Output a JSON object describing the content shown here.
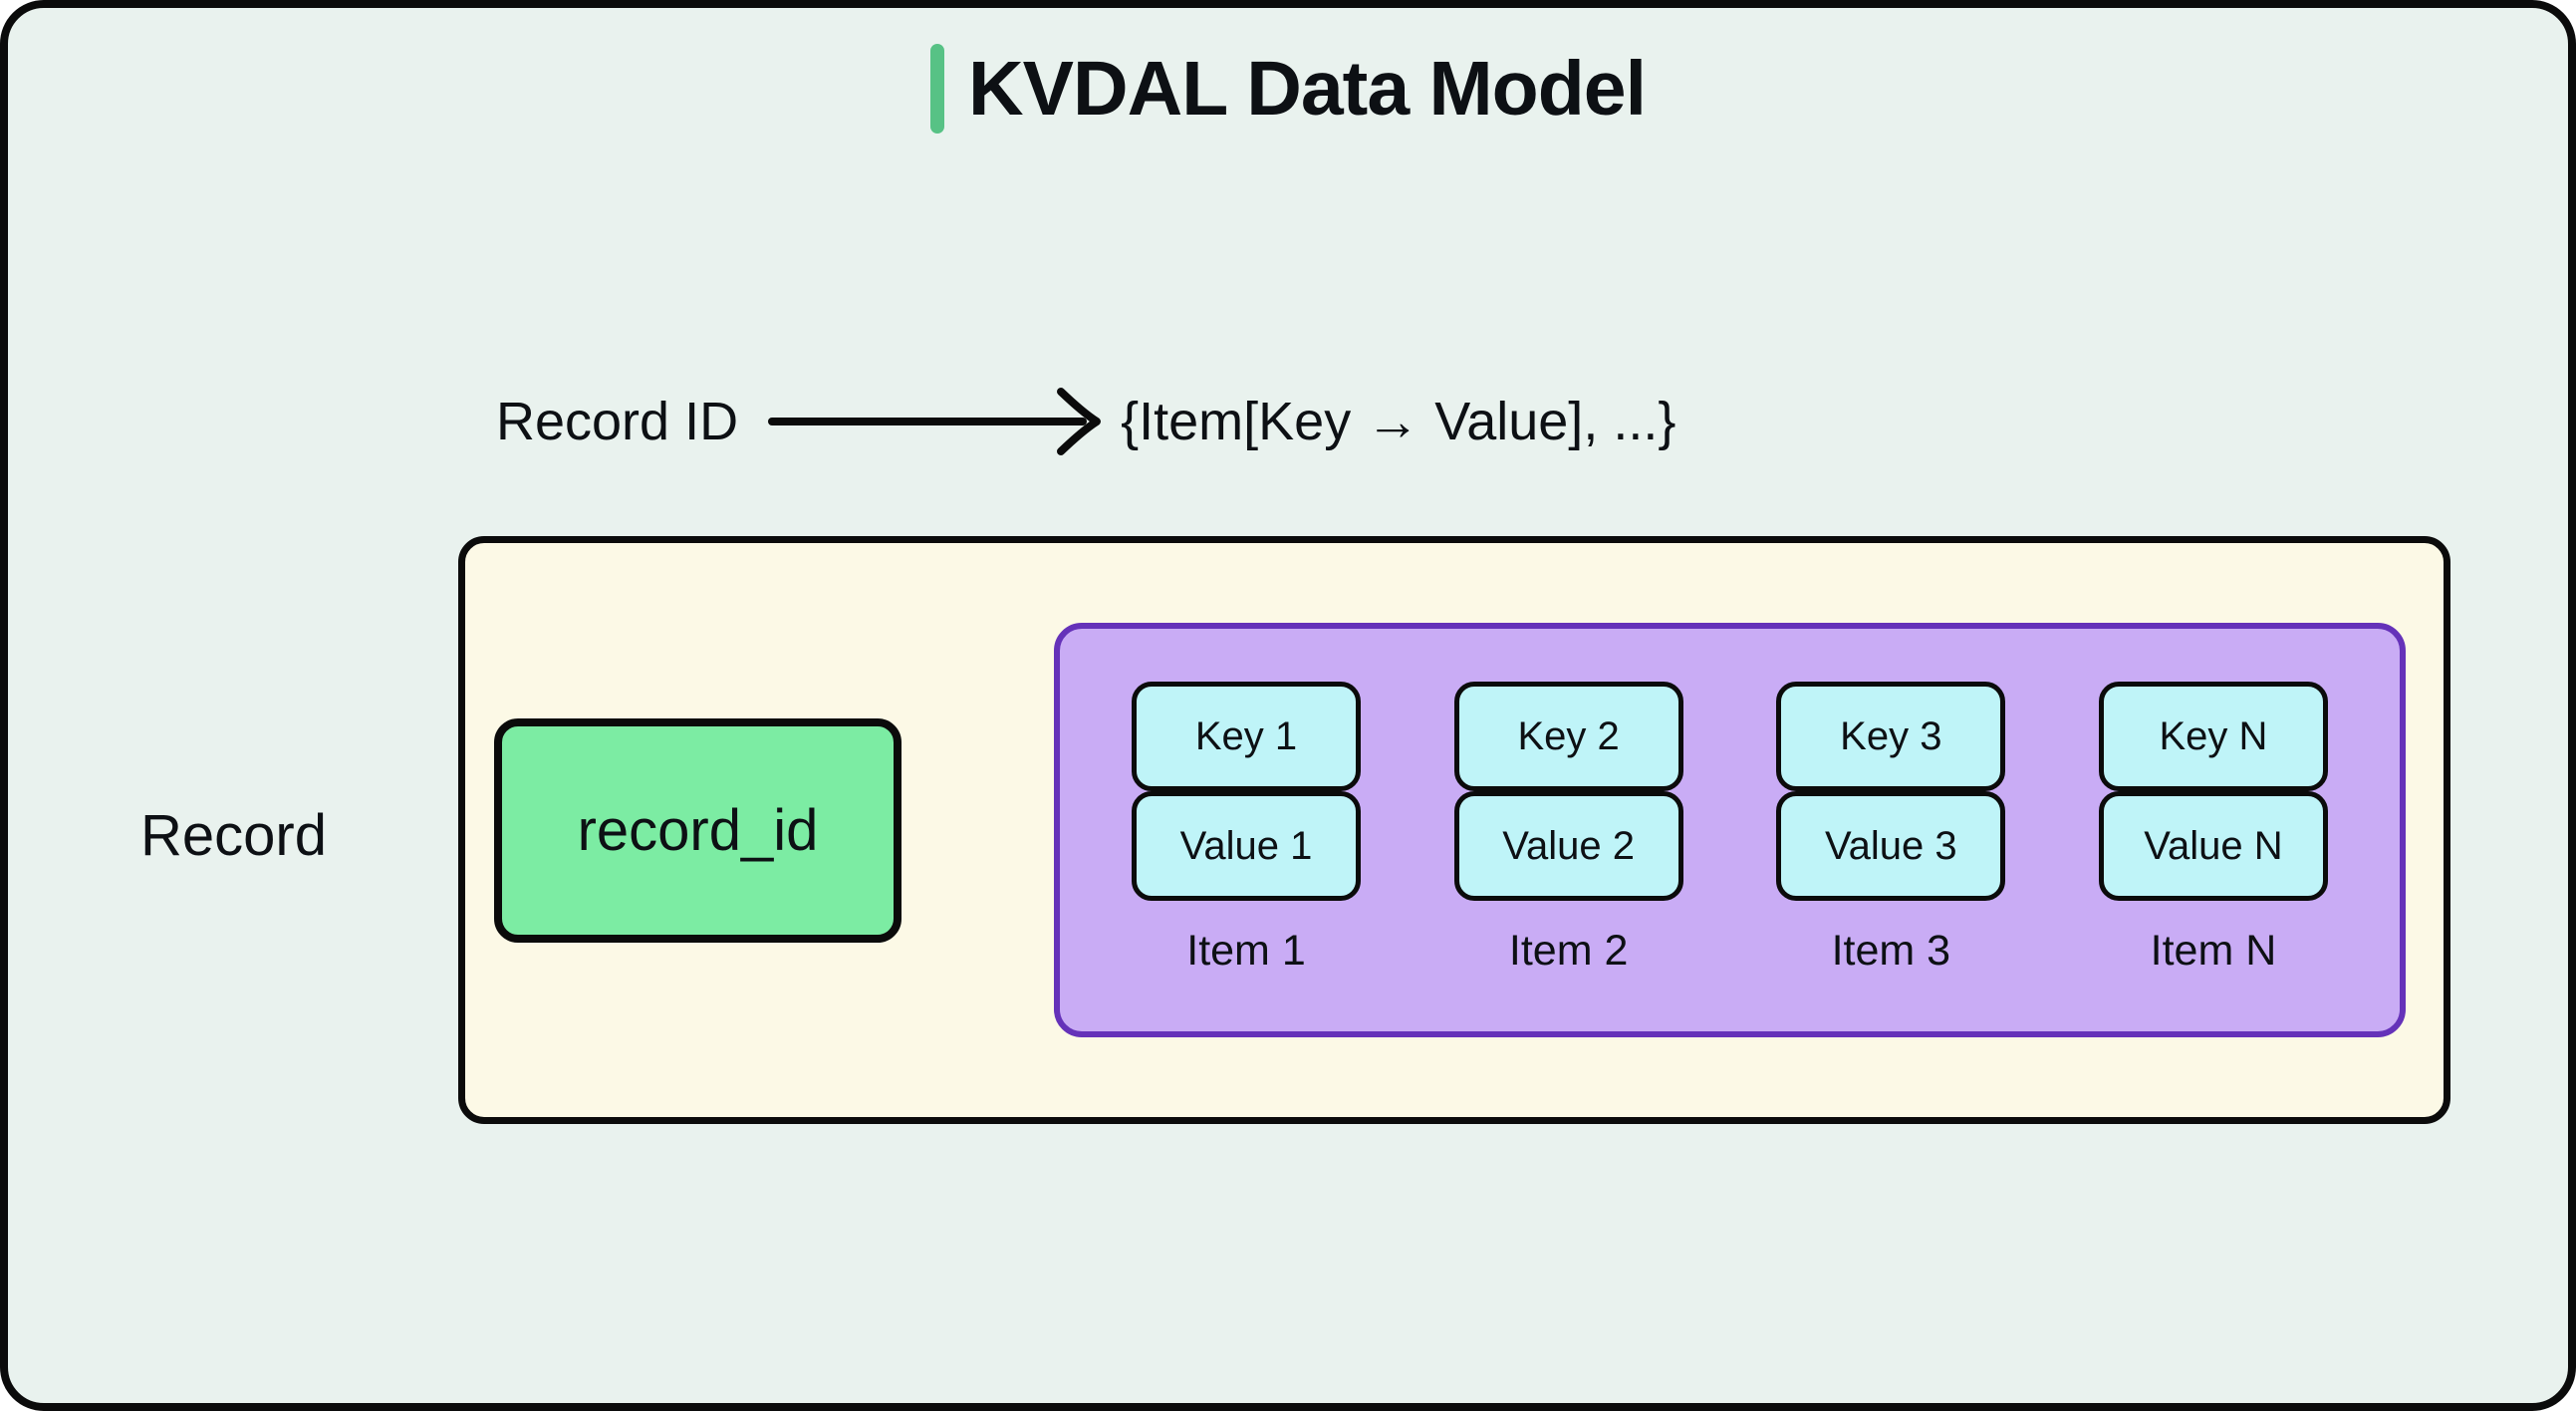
{
  "title": {
    "text": "KVDAL Data Model"
  },
  "mapping": {
    "source_label": "Record ID",
    "target_expression": "{Item[Key → Value], ...}",
    "arrow_icon": "right-arrow"
  },
  "record": {
    "outer_label": "Record",
    "id_field": "record_id",
    "items": [
      {
        "key": "Key 1",
        "value": "Value 1",
        "label": "Item 1"
      },
      {
        "key": "Key 2",
        "value": "Value 2",
        "label": "Item 2"
      },
      {
        "key": "Key 3",
        "value": "Value 3",
        "label": "Item 3"
      },
      {
        "key": "Key N",
        "value": "Value N",
        "label": "Item N"
      }
    ]
  },
  "colors": {
    "canvas_bg": "#E9F2EE",
    "canvas_border": "#0B0B0B",
    "title_accent": "#57C285",
    "record_bg": "#FCF9E6",
    "record_id_bg": "#7CECA3",
    "items_container_bg": "#C9ACF5",
    "items_container_border": "#6532B9",
    "kv_bg": "#BFF4F8",
    "ink": "#0D1014"
  }
}
